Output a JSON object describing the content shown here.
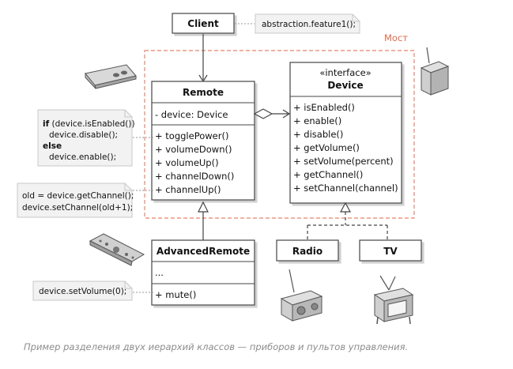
{
  "client": {
    "name": "Client"
  },
  "client_note": "abstraction.feature1();",
  "group_label": "Мост",
  "remote": {
    "name": "Remote",
    "field": "- device: Device",
    "methods": [
      "+ togglePower()",
      "+ volumeDown()",
      "+ volumeUp()",
      "+ channelDown()",
      "+ channelUp()"
    ]
  },
  "device": {
    "stereotype": "«interface»",
    "name": "Device",
    "methods": [
      "+ isEnabled()",
      "+ enable()",
      "+ disable()",
      "+ getVolume()",
      "+ setVolume(percent)",
      "+ getChannel()",
      "+ setChannel(channel)"
    ]
  },
  "toggle_note": {
    "kw_if": "if",
    "line1": " (device.isEnabled())",
    "line2": "device.disable();",
    "kw_else": "else",
    "line4": "device.enable();"
  },
  "channel_note": {
    "line1": "old = device.getChannel();",
    "line2": "device.setChannel(old+1);"
  },
  "advanced_remote": {
    "name": "AdvancedRemote",
    "field": "...",
    "method": "+ mute()"
  },
  "mute_note": "device.setVolume(0);",
  "radio": {
    "name": "Radio"
  },
  "tv": {
    "name": "TV"
  },
  "caption": "Пример разделения двух иерархий классов — приборов и пультов управления.",
  "colors": {
    "bridge_border": "#e8836b",
    "box_stroke": "#444444",
    "note_fill": "#f2f2f2",
    "caption": "#8c8c8c"
  }
}
